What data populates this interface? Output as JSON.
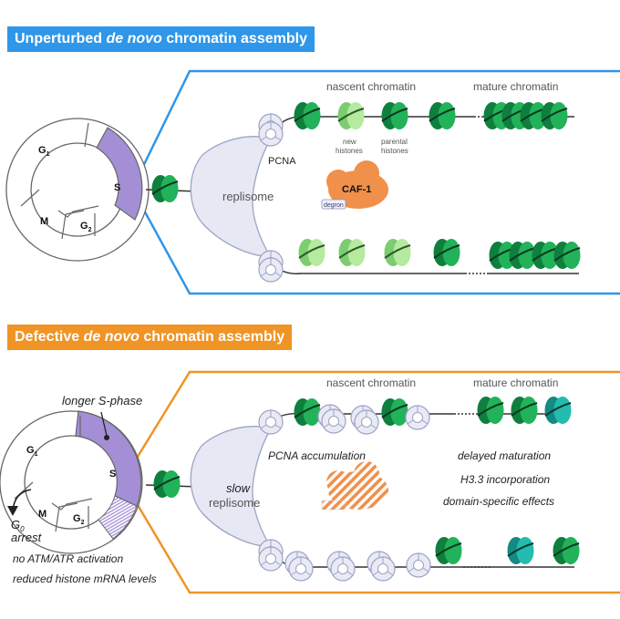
{
  "top": {
    "banner_pre": "Unperturbed ",
    "banner_italic": "de novo",
    "banner_post": " chromatin assembly",
    "nascent_label": "nascent chromatin",
    "mature_label": "mature chromatin",
    "new_histones_line1": "new",
    "new_histones_line2": "histones",
    "parental_histones_line1": "parental",
    "parental_histones_line2": "histones",
    "pcna_label": "PCNA",
    "replisome_label": "replisome",
    "caf1_label": "CAF-1",
    "degron_label": "degron",
    "cycle": {
      "g1": "G",
      "g1_sub": "1",
      "s": "S",
      "m": "M",
      "g2": "G",
      "g2_sub": "2"
    }
  },
  "bottom": {
    "banner_pre": "Defective ",
    "banner_italic": "de novo",
    "banner_post": " chromatin assembly",
    "nascent_label": "nascent chromatin",
    "mature_label": "mature chromatin",
    "longer_s_phase": "longer S-phase",
    "pcna_accumulation": "PCNA accumulation",
    "replisome_line1": "slow",
    "replisome_line2": "replisome",
    "delayed_maturation": "delayed maturation",
    "h33_incorporation": "H3.3 incorporation",
    "domain_effects": "domain-specific effects",
    "g0_main": "G",
    "g0_sub": "0",
    "arrest": "arrest",
    "no_atm": "no ATM/ATR activation",
    "reduced_histone": "reduced histone mRNA levels",
    "cycle": {
      "g1": "G",
      "g1_sub": "1",
      "s": "S",
      "m": "M",
      "g2": "G",
      "g2_sub": "2"
    }
  },
  "colors": {
    "blue": "#2f96e9",
    "orange": "#f09425",
    "nucleosome_dark": "#1a9a4a",
    "nucleosome_light": "#9ddc8f",
    "nucleosome_teal": "#1aa99e",
    "s_phase": "#a48fd6",
    "replisome": "#e6e8f4"
  }
}
